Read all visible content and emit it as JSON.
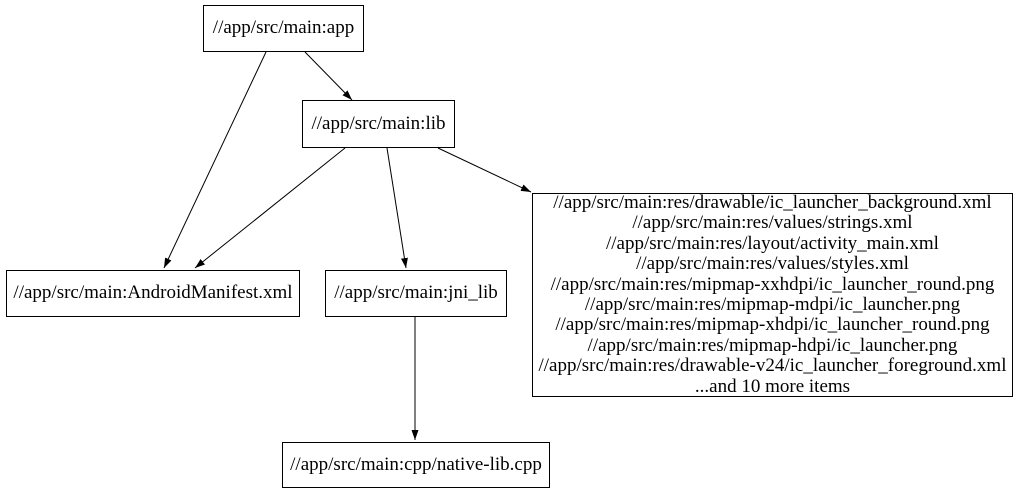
{
  "diagram": {
    "type": "directed-dependency-graph",
    "background_color": "#ffffff",
    "node_fill_color": "#ffffff",
    "node_border_color": "#000000",
    "text_color": "#000000",
    "edge_color": "#000000",
    "nodes": {
      "app": {
        "label": "//app/src/main:app"
      },
      "lib": {
        "label": "//app/src/main:lib"
      },
      "manifest": {
        "label": "//app/src/main:AndroidManifest.xml"
      },
      "jni_lib": {
        "label": "//app/src/main:jni_lib"
      },
      "res_files": {
        "lines": [
          "//app/src/main:res/drawable/ic_launcher_background.xml",
          "//app/src/main:res/values/strings.xml",
          "//app/src/main:res/layout/activity_main.xml",
          "//app/src/main:res/values/styles.xml",
          "//app/src/main:res/mipmap-xxhdpi/ic_launcher_round.png",
          "//app/src/main:res/mipmap-mdpi/ic_launcher.png",
          "//app/src/main:res/mipmap-xhdpi/ic_launcher_round.png",
          "//app/src/main:res/mipmap-hdpi/ic_launcher.png",
          "//app/src/main:res/drawable-v24/ic_launcher_foreground.xml",
          "...and 10 more items"
        ]
      },
      "native_lib_cpp": {
        "label": "//app/src/main:cpp/native-lib.cpp"
      }
    },
    "edges": [
      {
        "from": "app",
        "to": "lib"
      },
      {
        "from": "app",
        "to": "manifest"
      },
      {
        "from": "lib",
        "to": "manifest"
      },
      {
        "from": "lib",
        "to": "jni_lib"
      },
      {
        "from": "lib",
        "to": "res_files"
      },
      {
        "from": "jni_lib",
        "to": "native_lib_cpp"
      }
    ]
  }
}
